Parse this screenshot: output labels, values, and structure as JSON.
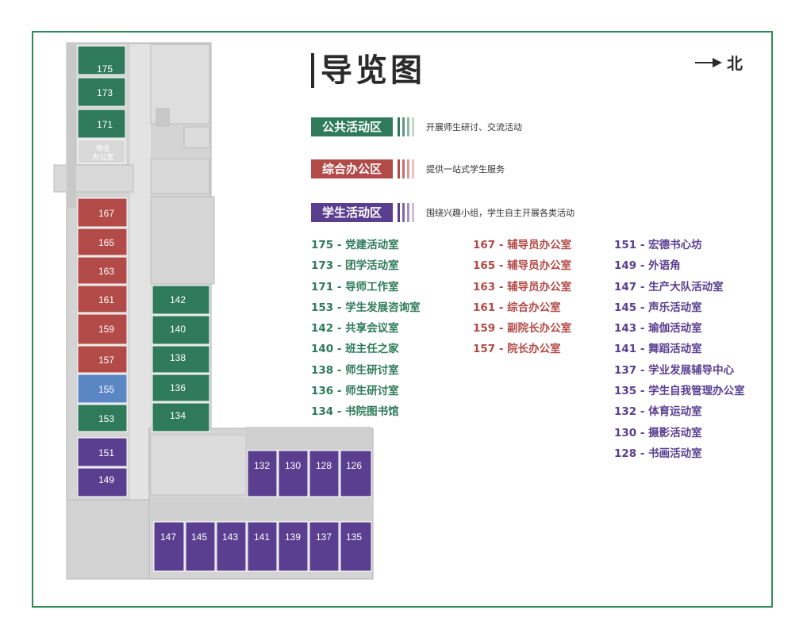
{
  "colors": {
    "public": "#2e7a5a",
    "office": "#b24a47",
    "student": "#5a3f90",
    "border": "#2e8b57",
    "text": "#2b2b2b"
  },
  "title": "导览图",
  "north_label": "北",
  "icons": {
    "north_arrow": "arrow-right-icon"
  },
  "zones": [
    {
      "label": "公共活动区",
      "desc": "开展师生研讨、交流活动",
      "color": "#2e7a5a"
    },
    {
      "label": "综合办公区",
      "desc": "提供一站式学生服务",
      "color": "#b24a47"
    },
    {
      "label": "学生活动区",
      "desc": "围绕兴趣小组，学生自主开展各类活动",
      "color": "#5a3f90"
    }
  ],
  "legend_columns": [
    {
      "color": "#2e7a5a",
      "items": [
        "175 - 党建活动室",
        "173 - 团学活动室",
        "171 - 导师工作室",
        "153 - 学生发展咨询室",
        "142 - 共享会议室",
        "140 - 班主任之家",
        "138 - 师生研讨室",
        "136 - 师生研讨室",
        "134 - 书院图书馆"
      ]
    },
    {
      "color": "#b24a47",
      "items": [
        "167 - 辅导员办公室",
        "165 - 辅导员办公室",
        "163 - 辅导员办公室",
        "161 - 综合办公室",
        "159 - 副院长办公室",
        "157 - 院长办公室"
      ]
    },
    {
      "color": "#5a3f90",
      "items": [
        "151 - 宏德书心坊",
        "149 - 外语角",
        "147 - 生产大队活动室",
        "145 - 声乐活动室",
        "143 - 瑜伽活动室",
        "141 - 舞蹈活动室",
        "137 - 学业发展辅导中心",
        "135 - 学生自我管理办公室",
        "132 - 体育运动室",
        "130 - 摄影活动室",
        "128 - 书画活动室"
      ]
    }
  ],
  "floorplan": {
    "property_office_lines": [
      "物业",
      "办公室"
    ],
    "rooms": [
      {
        "label": "175",
        "zone": "public"
      },
      {
        "label": "173",
        "zone": "public"
      },
      {
        "label": "171",
        "zone": "public"
      },
      {
        "label": "167",
        "zone": "office"
      },
      {
        "label": "165",
        "zone": "office"
      },
      {
        "label": "163",
        "zone": "office"
      },
      {
        "label": "161",
        "zone": "office"
      },
      {
        "label": "159",
        "zone": "office"
      },
      {
        "label": "157",
        "zone": "office"
      },
      {
        "label": "155",
        "zone": "blue"
      },
      {
        "label": "153",
        "zone": "public"
      },
      {
        "label": "151",
        "zone": "student"
      },
      {
        "label": "149",
        "zone": "student"
      },
      {
        "label": "142",
        "zone": "public"
      },
      {
        "label": "140",
        "zone": "public"
      },
      {
        "label": "138",
        "zone": "public"
      },
      {
        "label": "136",
        "zone": "public"
      },
      {
        "label": "134",
        "zone": "public"
      },
      {
        "label": "132",
        "zone": "student"
      },
      {
        "label": "130",
        "zone": "student"
      },
      {
        "label": "128",
        "zone": "student"
      },
      {
        "label": "126",
        "zone": "student"
      },
      {
        "label": "147",
        "zone": "student"
      },
      {
        "label": "145",
        "zone": "student"
      },
      {
        "label": "143",
        "zone": "student"
      },
      {
        "label": "141",
        "zone": "student"
      },
      {
        "label": "139",
        "zone": "student"
      },
      {
        "label": "137",
        "zone": "student"
      },
      {
        "label": "135",
        "zone": "student"
      }
    ]
  }
}
